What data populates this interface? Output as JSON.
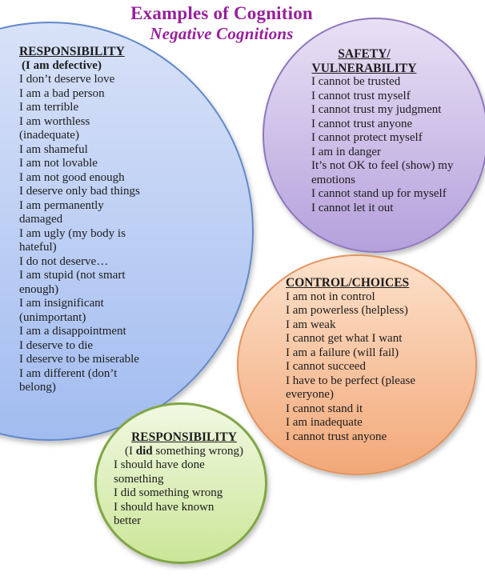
{
  "title": {
    "text": "Examples of Cognition",
    "subtitle": "Negative Cognitions",
    "color": "#96219b"
  },
  "circles": [
    {
      "name": "responsibility-defective",
      "heading_lines": [
        "RESPONSIBILITY"
      ],
      "subheading": "(I am defective)",
      "items": [
        "I don’t deserve love",
        "I am a bad person",
        "I am terrible",
        "I am worthless",
        "(inadequate)",
        "I am shameful",
        "I am not lovable",
        "I am not good enough",
        "I deserve only bad things",
        "I am permanently",
        "damaged",
        "I am ugly (my body is",
        "hateful)",
        "I do not deserve…",
        "I am stupid (not smart",
        "enough)",
        "I am insignificant",
        "(unimportant)",
        "I am a disappointment",
        "I deserve to die",
        "I deserve to be miserable",
        "I am different (don’t",
        "belong)"
      ],
      "colors": {
        "fill_top": "#d8e2f8",
        "fill_bottom": "#a2bcf0",
        "border": "#6189cb"
      }
    },
    {
      "name": "safety-vulnerability",
      "heading_lines": [
        "SAFETY/",
        "VULNERABILITY"
      ],
      "items": [
        "I cannot be trusted",
        "I cannot trust myself",
        "I cannot trust my judgment",
        "I cannot trust anyone",
        "I cannot protect myself",
        "I am in danger",
        "It’s not OK to feel (show) my",
        "emotions",
        "I cannot stand up for myself",
        "I cannot let it out"
      ],
      "colors": {
        "fill_top": "#e8e1f5",
        "fill_bottom": "#b5a0dc",
        "border": "#8f77bd"
      }
    },
    {
      "name": "control-choices",
      "heading_lines": [
        "CONTROL/CHOICES"
      ],
      "items": [
        "I am not in control",
        "I am powerless (helpless)",
        "I am weak",
        "I cannot get what I want",
        "I am a failure (will fail)",
        "I cannot succeed",
        "I have to be perfect (please",
        "everyone)",
        "I cannot stand it",
        "I am inadequate",
        "I cannot trust anyone"
      ],
      "colors": {
        "fill_top": "#fce1cb",
        "fill_bottom": "#f2a878",
        "border": "#e4945e"
      }
    },
    {
      "name": "responsibility-did-something-wrong",
      "heading_lines": [
        "RESPONSIBILITY"
      ],
      "subheading_parts": {
        "prefix": "(I ",
        "bold": "did",
        "suffix": " something wrong)"
      },
      "items": [
        "I should have done",
        "something",
        "I did something wrong",
        "I should have known",
        "better"
      ],
      "colors": {
        "fill_top": "#f1f8e1",
        "fill_bottom": "#cbe698",
        "border": "#80a644"
      }
    }
  ]
}
